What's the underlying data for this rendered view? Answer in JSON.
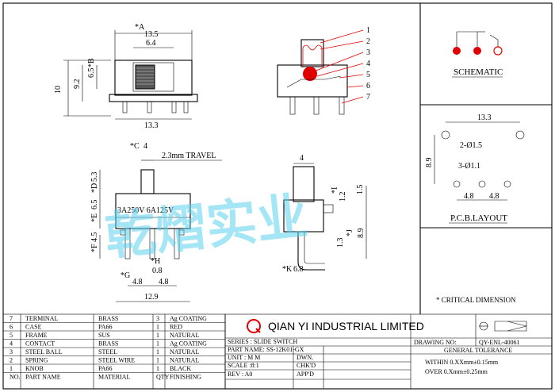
{
  "drawing": {
    "top_view": {
      "label_a": "*A",
      "dim_width": "13.5",
      "dim_knob_width": "6.4",
      "dim_b": "*B",
      "dim_b_val": "6.5",
      "dim_height": "10",
      "dim_height_inner": "9.2",
      "dim_bottom": "13.3"
    },
    "side_view": {
      "callouts": [
        "1",
        "2",
        "3",
        "4",
        "5",
        "6",
        "7"
      ]
    },
    "front_view": {
      "label_c": "*C",
      "dim_c": "4",
      "travel": "2.3mm TRAVEL",
      "label_d": "*D",
      "dim_d": "5.3",
      "label_e": "*E",
      "dim_e": "6.5",
      "label_f": "*F",
      "dim_f": "4.5",
      "label_g": "*G",
      "label_h": "*H",
      "dim_h": "0.8",
      "pitch1": "4.8",
      "pitch2": "4.8",
      "total": "12.9",
      "rating": "3A250V 6A125V"
    },
    "end_view": {
      "dim_top": "4",
      "label_i": "*I",
      "dim_i": "1.2",
      "dim_15": "1.5",
      "label_j": "*J",
      "dim_j": "8.9",
      "dim_13": "1.3",
      "label_k": "*K",
      "dim_k": "6.8"
    },
    "schematic": {
      "title": "SCHEMATIC"
    },
    "pcb": {
      "dim_width": "13.3",
      "dim_height": "8.9",
      "hole_large": "2-Ø1.5",
      "hole_small": "3-Ø1.1",
      "pitch1": "4.8",
      "pitch2": "4.8",
      "title": "P.C.B.LAYOUT"
    },
    "critical_note": "* CRITICAL  DIMENSION",
    "watermark": "乾熠实业"
  },
  "bom": {
    "rows": [
      {
        "no": "7",
        "part": "TERMINAL",
        "material": "BRASS",
        "qty": "3",
        "finish": "Ag COATING"
      },
      {
        "no": "6",
        "part": "CASE",
        "material": "PA66",
        "qty": "1",
        "finish": "RED"
      },
      {
        "no": "5",
        "part": "FRAME",
        "material": "SUS",
        "qty": "1",
        "finish": "NATURAL"
      },
      {
        "no": "4",
        "part": "CONTACT",
        "material": "BRASS",
        "qty": "1",
        "finish": "Ag COATING"
      },
      {
        "no": "3",
        "part": "STEEL BALL",
        "material": "STEEL",
        "qty": "1",
        "finish": "NATURAL"
      },
      {
        "no": "2",
        "part": "SPRING",
        "material": "STEEL WIRE",
        "qty": "1",
        "finish": "NATURAL"
      },
      {
        "no": "1",
        "part": "KNOB",
        "material": "PA66",
        "qty": "1",
        "finish": "BLACK"
      }
    ],
    "header": {
      "no": "NO.",
      "part": "PART NAME",
      "material": "MATERIAL",
      "qty": "QTY",
      "finish": "FINISHING"
    }
  },
  "title_block": {
    "company": "QIAN YI INDUSTRIAL LIMITED",
    "logo_letter": "Q",
    "series": "SERIES : SLIDE SWITCH",
    "part_name": "PART NAME: SS-12K01-GX",
    "unit": "UNIT : M M",
    "scale": "SCALE :8:1",
    "rev": "REV  : A0",
    "dwn": "DWN.",
    "chkd": "CHK'D",
    "appd": "APP'D",
    "drawing_no_label": "DRAWING NO:",
    "drawing_no": "QY-ENL-40061",
    "tolerance_title": "GENERAL TOLERANCE",
    "tol1": "WITHIN 0.XXmm±0.15mm",
    "tol2": "OVER   0.Xmm±0.25mm"
  }
}
